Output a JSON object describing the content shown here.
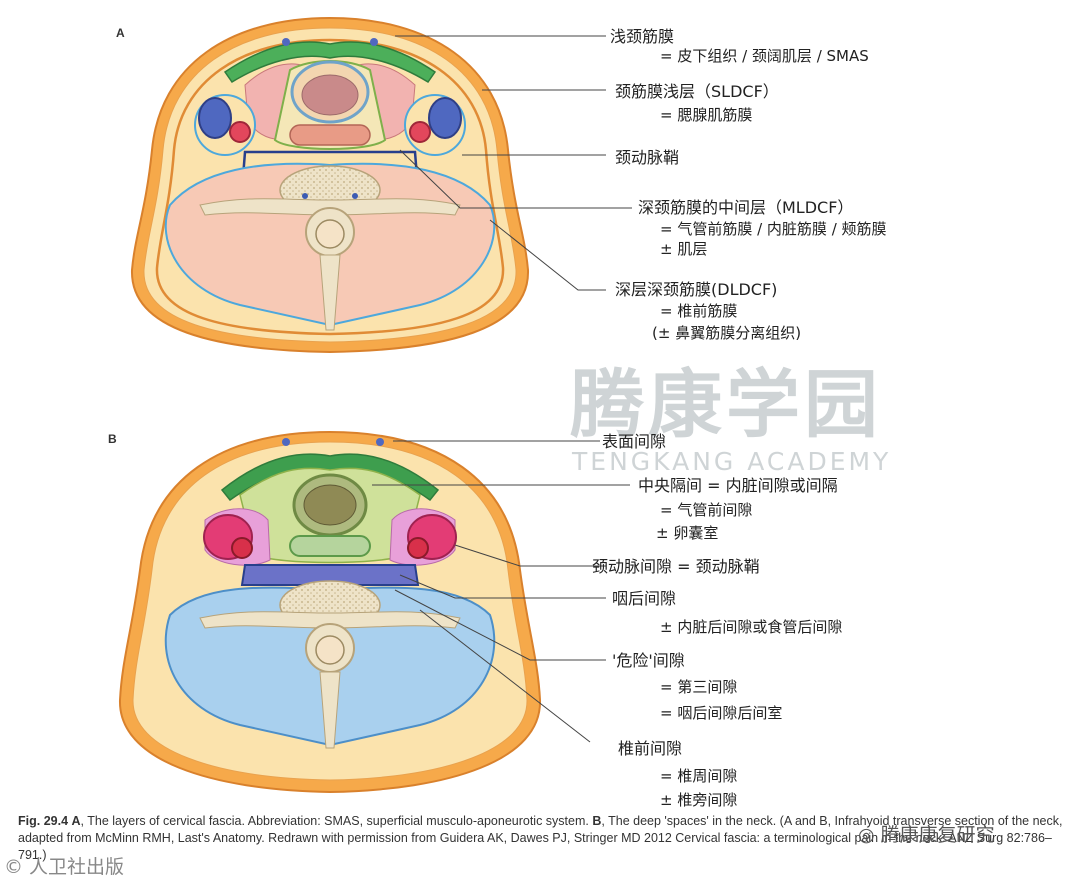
{
  "panel_a": {
    "letter": "A",
    "labels": [
      {
        "id": "a1",
        "text": "浅颈筋膜"
      },
      {
        "id": "a2",
        "text": "= 皮下组织 / 颈阔肌层 / SMAS"
      },
      {
        "id": "a3",
        "text": "颈筋膜浅层（SLDCF）"
      },
      {
        "id": "a4",
        "text": "= 腮腺肌筋膜"
      },
      {
        "id": "a5",
        "text": "颈动脉鞘"
      },
      {
        "id": "a6",
        "text": "深颈筋膜的中间层（MLDCF）"
      },
      {
        "id": "a7",
        "text": "= 气管前筋膜 / 内脏筋膜 / 颊筋膜"
      },
      {
        "id": "a8",
        "text": "± 肌层"
      },
      {
        "id": "a9",
        "text": "深层深颈筋膜(DLDCF)"
      },
      {
        "id": "a10",
        "text": "= 椎前筋膜"
      },
      {
        "id": "a11",
        "text": "(± 鼻翼筋膜分离组织)"
      }
    ]
  },
  "panel_b": {
    "letter": "B",
    "labels": [
      {
        "id": "b1",
        "text": "表面间隙"
      },
      {
        "id": "b2",
        "text": "中央隔间 = 内脏间隙或间隔"
      },
      {
        "id": "b3",
        "text": "= 气管前间隙"
      },
      {
        "id": "b4",
        "text": "± 卵囊室"
      },
      {
        "id": "b5",
        "text": "颈动脉间隙 = 颈动脉鞘"
      },
      {
        "id": "b6",
        "text": "咽后间隙"
      },
      {
        "id": "b7",
        "text": "± 内脏后间隙或食管后间隙"
      },
      {
        "id": "b8",
        "text": "'危险'间隙"
      },
      {
        "id": "b9",
        "text": "= 第三间隙"
      },
      {
        "id": "b10",
        "text": "= 咽后间隙后间室"
      },
      {
        "id": "b11",
        "text": "椎前间隙"
      },
      {
        "id": "b12",
        "text": "= 椎周间隙"
      },
      {
        "id": "b13",
        "text": "± 椎旁间隙"
      }
    ]
  },
  "caption": {
    "fig": "Fig. 29.4",
    "a_letter": "A",
    "a_text": ", The layers of cervical fascia. Abbreviation: SMAS, superficial musculo-aponeurotic system.",
    "b_letter": "B",
    "b_text": ", The deep 'spaces' in the neck. (A and B, Infrahyoid transverse section of the neck, adapted from McMinn RMH, Last's Anatomy. Redrawn with permission from Guidera AK, Dawes PJ, Stringer MD 2012 Cervical fascia: a terminological pain in the neck. ANZ Surg 82:786–791.)"
  },
  "watermark": {
    "cn": "腾康学园",
    "en": "TENGKANG ACADEMY",
    "corner": "◎ 腾康康复研究",
    "left": "© 人卫社出版"
  },
  "colors": {
    "skin": "#f6a94a",
    "fat": "#fbe3ad",
    "muscle": "#f6c3ad",
    "green": "#3e9e4e",
    "vessel_red": "#d8304a",
    "vessel_blue": "#3c5bb3",
    "visceral_green": "#cfe19a",
    "prevertebral_blue": "#a9d0ee",
    "carotid_pink": "#e8a0d9",
    "bone": "#ece2c8",
    "fascia_blue": "#4da8dc"
  }
}
